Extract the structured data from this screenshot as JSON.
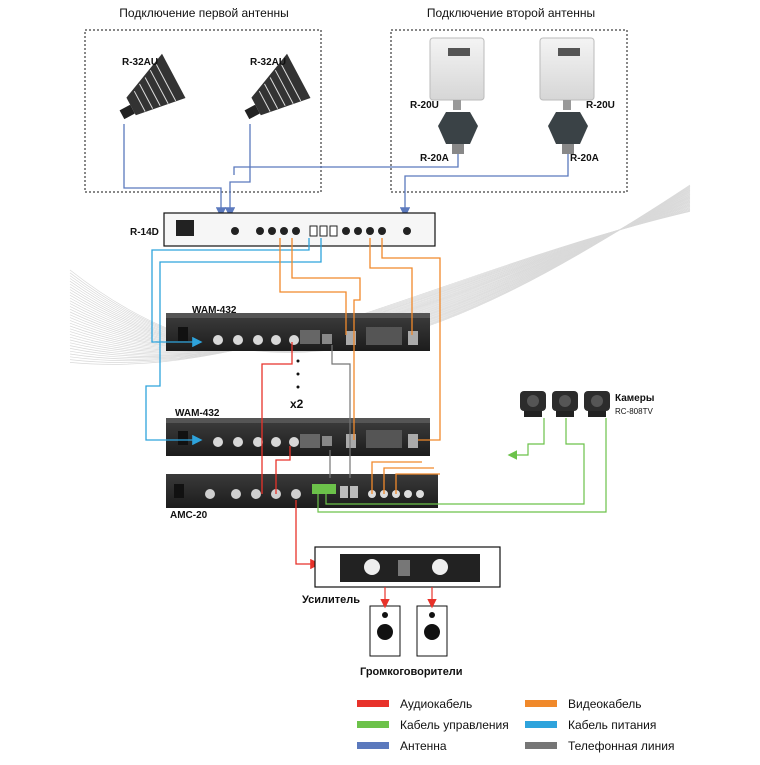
{
  "groups": {
    "first_antenna": "Подключение первой антенны",
    "second_antenna": "Подключение второй антенны"
  },
  "devices": {
    "antenna_left": "R-32AU",
    "antenna_right": "R-32AU",
    "receiver_left": "R-20U",
    "receiver_right": "R-20U",
    "amp_left": "R-20A",
    "amp_right": "R-20A",
    "splitter": "R-14D",
    "wam_top": "WAM-432",
    "wam_bottom": "WAM-432",
    "amc": "AMC-20",
    "multiplier": "x2",
    "cameras": "Камеры",
    "camera_model": "RC-808TV",
    "amplifier": "Усилитель",
    "speakers": "Громкоговорители"
  },
  "legend": [
    {
      "label": "Аудиокабель",
      "color": "#e8322a"
    },
    {
      "label": "Видеокабель",
      "color": "#f0892b"
    },
    {
      "label": "Кабель управления",
      "color": "#6cc24a"
    },
    {
      "label": "Кабель питания",
      "color": "#2ea3dc"
    },
    {
      "label": "Антенна",
      "color": "#5b79bd"
    },
    {
      "label": "Телефонная линия",
      "color": "#767676"
    }
  ],
  "colors": {
    "audio": "#e8322a",
    "video": "#f0892b",
    "control": "#6cc24a",
    "power": "#2ea3dc",
    "antenna": "#5b79bd",
    "phone": "#767676"
  }
}
